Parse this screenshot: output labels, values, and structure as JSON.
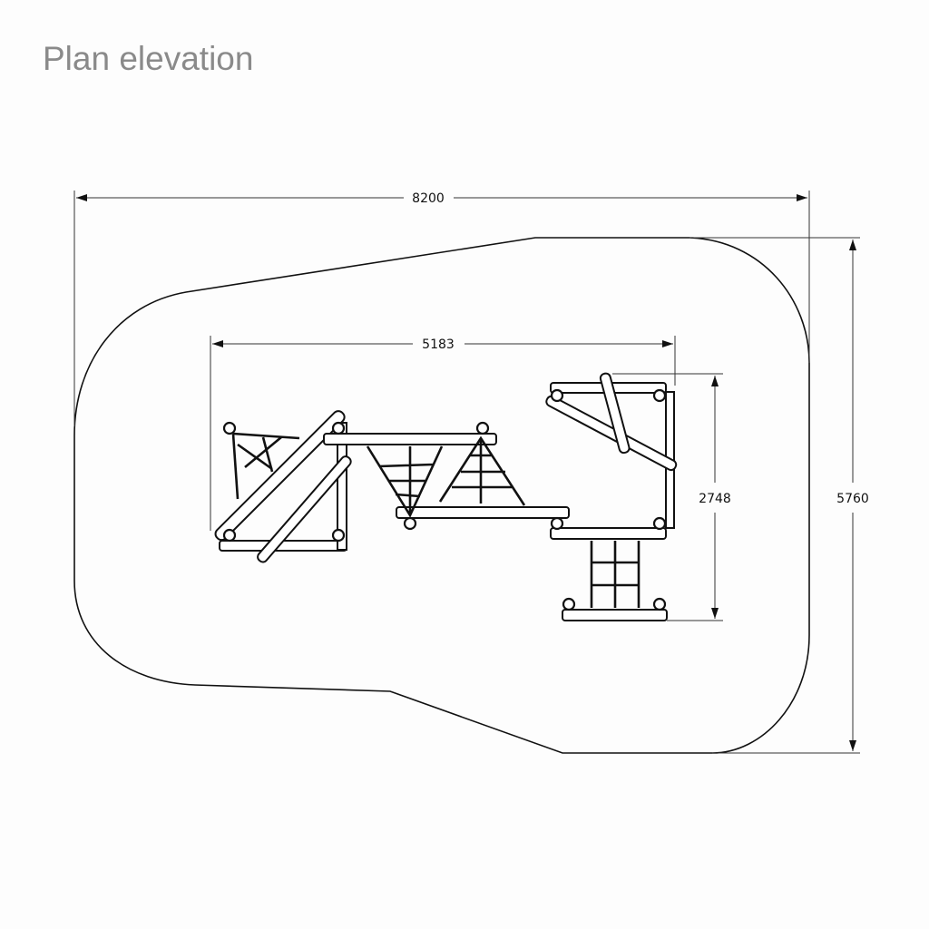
{
  "title": "Plan elevation",
  "dimensions": {
    "overall_width": "8200",
    "equipment_width": "5183",
    "equipment_depth": "2748",
    "overall_depth": "5760"
  }
}
